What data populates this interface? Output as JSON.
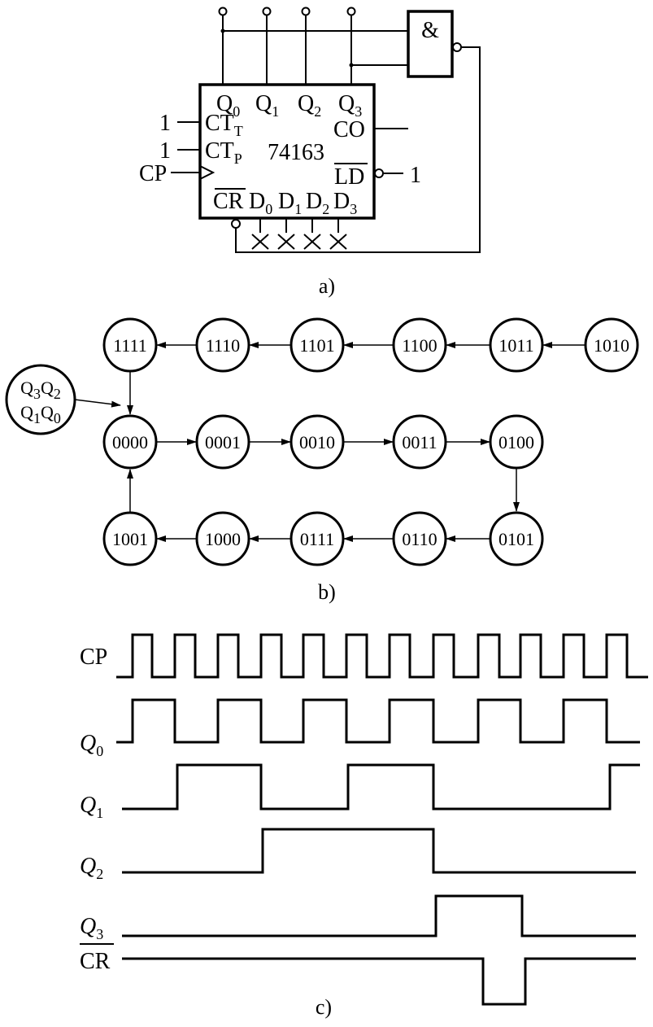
{
  "figure_a": {
    "chip_name": "74163",
    "gate_symbol": "&",
    "pins": {
      "q0": "Q",
      "q0_sub": "0",
      "q1": "Q",
      "q1_sub": "1",
      "q2": "Q",
      "q2_sub": "2",
      "q3": "Q",
      "q3_sub": "3",
      "ctt": "CT",
      "ctt_sub": "T",
      "ctp": "CT",
      "ctp_sub": "P",
      "co": "CO",
      "ld": "LD",
      "cr": "CR",
      "d0": "D",
      "d0_sub": "0",
      "d1": "D",
      "d1_sub": "1",
      "d2": "D",
      "d2_sub": "2",
      "d3": "D",
      "d3_sub": "3"
    },
    "inputs": {
      "ctt_value": "1",
      "ctp_value": "1",
      "cp_label": "CP",
      "ld_value": "1"
    },
    "caption": "a)"
  },
  "figure_b": {
    "legend": {
      "q3": "Q",
      "q3_sub": "3",
      "q2": "Q",
      "q2_sub": "2",
      "q1": "Q",
      "q1_sub": "1",
      "q0": "Q",
      "q0_sub": "0"
    },
    "top_row": [
      "1111",
      "1110",
      "1101",
      "1100",
      "1011",
      "1010"
    ],
    "middle_row": [
      "0000",
      "0001",
      "0010",
      "0011",
      "0100"
    ],
    "bottom_row": [
      "1001",
      "1000",
      "0111",
      "0110",
      "0101"
    ],
    "caption": "b)"
  },
  "figure_c": {
    "signals": {
      "cp": "CP",
      "q0": "Q",
      "q0_sub": "0",
      "q1": "Q",
      "q1_sub": "1",
      "q2": "Q",
      "q2_sub": "2",
      "q3": "Q",
      "q3_sub": "3",
      "cr": "CR"
    },
    "caption": "c)"
  }
}
